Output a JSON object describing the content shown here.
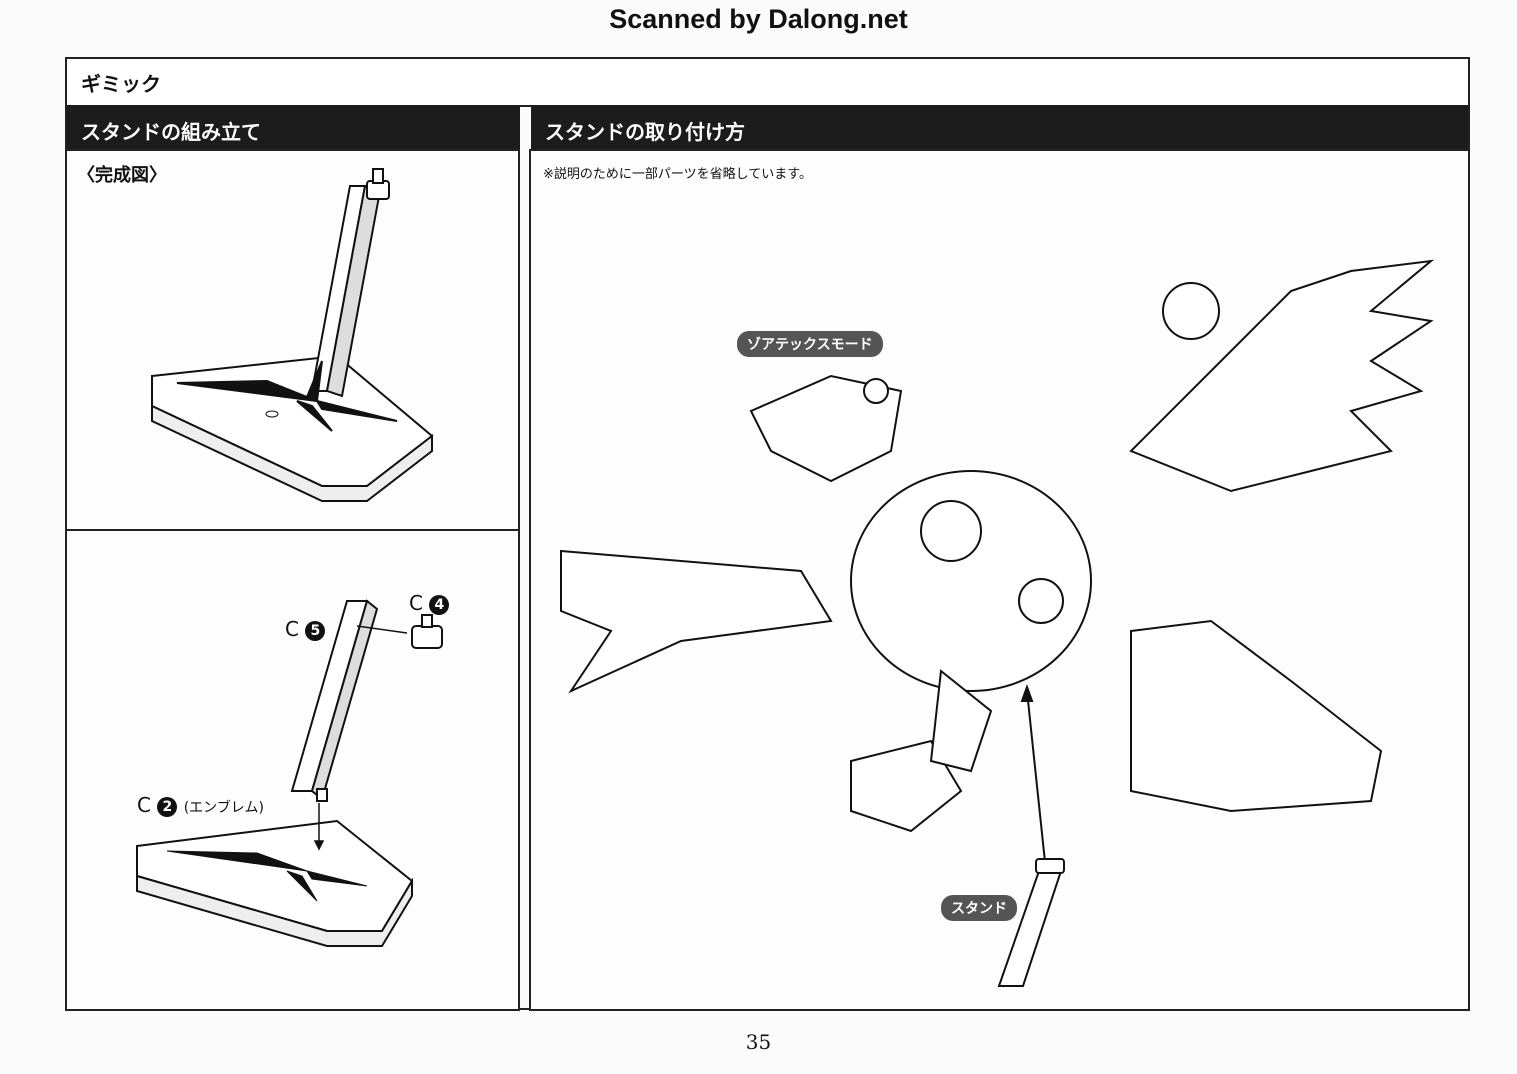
{
  "scan_header": "Scanned by Dalong.net",
  "section_title": "ギミック",
  "left_panel": {
    "header": "スタンドの組み立て",
    "completed_label": "〈完成図〉",
    "part_c5": "C",
    "part_c5_num": "5",
    "part_c4": "C",
    "part_c4_num": "4",
    "part_c2": "C",
    "part_c2_num": "2",
    "part_c2_name": "(エンブレム)"
  },
  "right_panel": {
    "header": "スタンドの取り付け方",
    "note": "※説明のために一部パーツを省略しています。",
    "mode_label": "ゾアテックスモード",
    "stand_label": "スタンド"
  },
  "page_number": "35"
}
